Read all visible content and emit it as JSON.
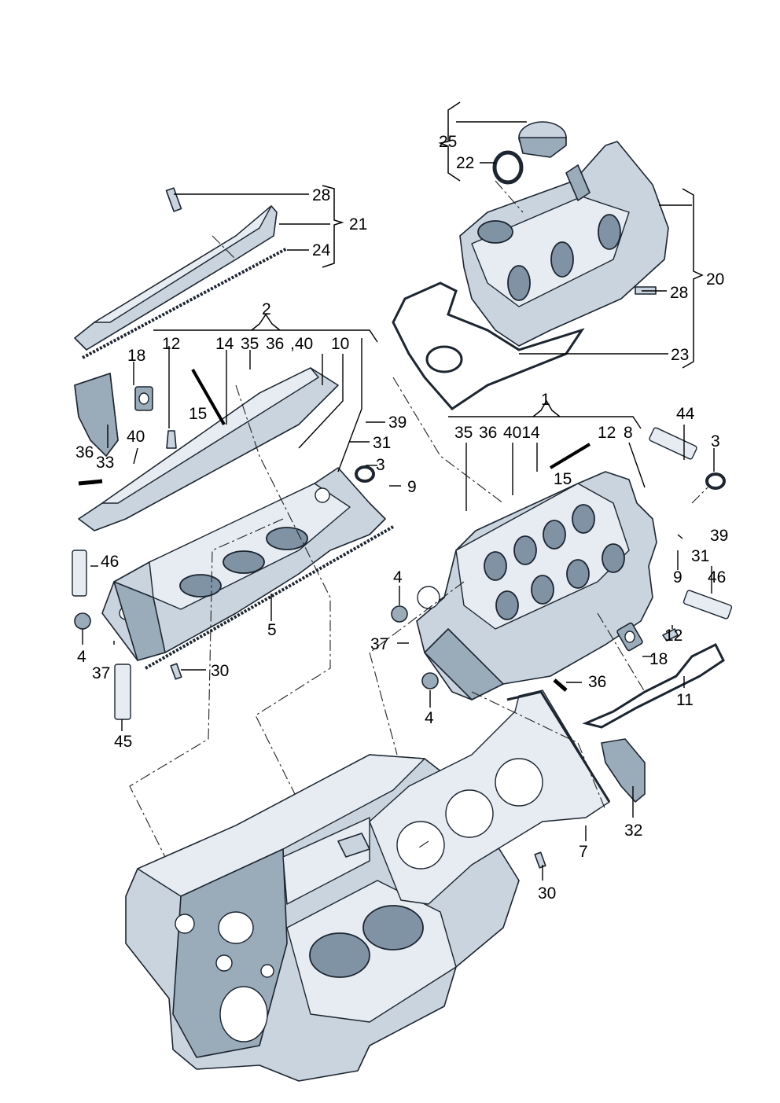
{
  "callouts": [
    {
      "id": "c25",
      "text": "25"
    },
    {
      "id": "c22",
      "text": "22"
    },
    {
      "id": "c28a",
      "text": "28"
    },
    {
      "id": "c21",
      "text": "21"
    },
    {
      "id": "c24",
      "text": "24"
    },
    {
      "id": "c20",
      "text": "20"
    },
    {
      "id": "c28b",
      "text": "28"
    },
    {
      "id": "c2",
      "text": "2"
    },
    {
      "id": "c23",
      "text": "23"
    },
    {
      "id": "c12a",
      "text": "12"
    },
    {
      "id": "c14a",
      "text": "14"
    },
    {
      "id": "c35a",
      "text": "35"
    },
    {
      "id": "c36a",
      "text": "36"
    },
    {
      "id": "c40a",
      "text": ",40"
    },
    {
      "id": "c10",
      "text": "10"
    },
    {
      "id": "c18a",
      "text": "18"
    },
    {
      "id": "c15a",
      "text": "15"
    },
    {
      "id": "c39a",
      "text": "39"
    },
    {
      "id": "c1",
      "text": "1"
    },
    {
      "id": "c44",
      "text": "44"
    },
    {
      "id": "c31a",
      "text": "31"
    },
    {
      "id": "c40b",
      "text": "40"
    },
    {
      "id": "c33",
      "text": "33"
    },
    {
      "id": "c3a",
      "text": "3"
    },
    {
      "id": "c36b",
      "text": "36"
    },
    {
      "id": "c9a",
      "text": "9"
    },
    {
      "id": "c35b",
      "text": "35"
    },
    {
      "id": "c36c",
      "text": "36"
    },
    {
      "id": "c4014",
      "text": "4014"
    },
    {
      "id": "c12b",
      "text": "12"
    },
    {
      "id": "c8",
      "text": "8"
    },
    {
      "id": "c3b",
      "text": "3"
    },
    {
      "id": "c15b",
      "text": "15"
    },
    {
      "id": "c39b",
      "text": "39"
    },
    {
      "id": "c31b",
      "text": "31"
    },
    {
      "id": "c46a",
      "text": "46"
    },
    {
      "id": "c5",
      "text": "5"
    },
    {
      "id": "c4a",
      "text": "4"
    },
    {
      "id": "c9b",
      "text": "9"
    },
    {
      "id": "c46b",
      "text": "46"
    },
    {
      "id": "c37a",
      "text": "37"
    },
    {
      "id": "c4b",
      "text": "4"
    },
    {
      "id": "c12c",
      "text": "12"
    },
    {
      "id": "c37b",
      "text": "37"
    },
    {
      "id": "c30a",
      "text": "30"
    },
    {
      "id": "c18b",
      "text": "18"
    },
    {
      "id": "c36d",
      "text": "36"
    },
    {
      "id": "c11",
      "text": "11"
    },
    {
      "id": "c45",
      "text": "45"
    },
    {
      "id": "c4c",
      "text": "4"
    },
    {
      "id": "c32",
      "text": "32"
    },
    {
      "id": "c7",
      "text": "7"
    },
    {
      "id": "c30b",
      "text": "30"
    }
  ]
}
